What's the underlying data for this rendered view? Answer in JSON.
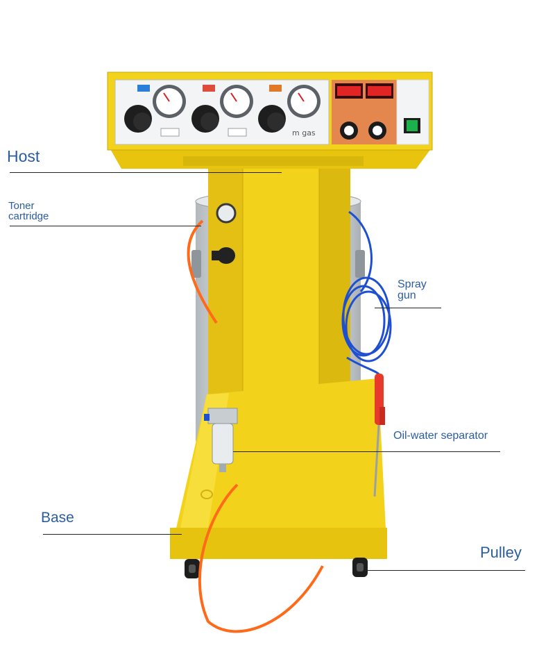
{
  "labels": {
    "host": "Host",
    "toner_cartridge": "Toner\ncartridge",
    "spray_gun": "Spray\ngun",
    "oil_water_separator": "Oil-water separator",
    "base": "Base",
    "pulley": "Pulley"
  },
  "panel": {
    "gas_label": "m gas"
  },
  "colors": {
    "body_yellow": "#f2d21a",
    "label_blue": "#2a5d9f",
    "hose_orange": "#ff6a1a",
    "hose_blue": "#1e4fd1",
    "gun_red": "#e83a2a",
    "display_red": "#ff2a2a",
    "power_green": "#19b24b"
  },
  "icons": [
    "pressure-gauge-icon",
    "control-knob-icon",
    "power-switch-icon"
  ]
}
